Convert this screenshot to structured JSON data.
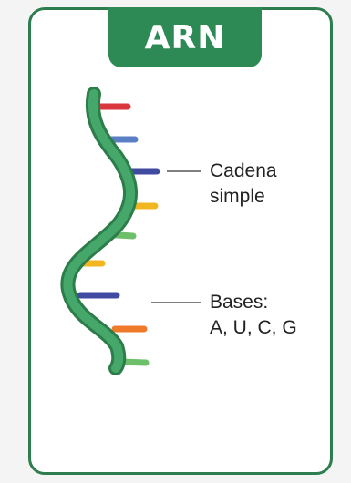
{
  "title": "ARN",
  "labels": {
    "strand": {
      "line1": "Cadena",
      "line2": "simple"
    },
    "bases": {
      "line1": "Bases:",
      "line2": "A, U, C, G"
    }
  },
  "colors": {
    "frame": "#2e7d4f",
    "title_bg": "#2e8a55",
    "backbone": "#3a9a5f",
    "base_red": "#d9363e",
    "base_blue": "#5b7fc4",
    "base_navy": "#3f4aa0",
    "base_yellow": "#f2b720",
    "base_green": "#6dbf6a",
    "base_orange": "#ee7a2a"
  }
}
